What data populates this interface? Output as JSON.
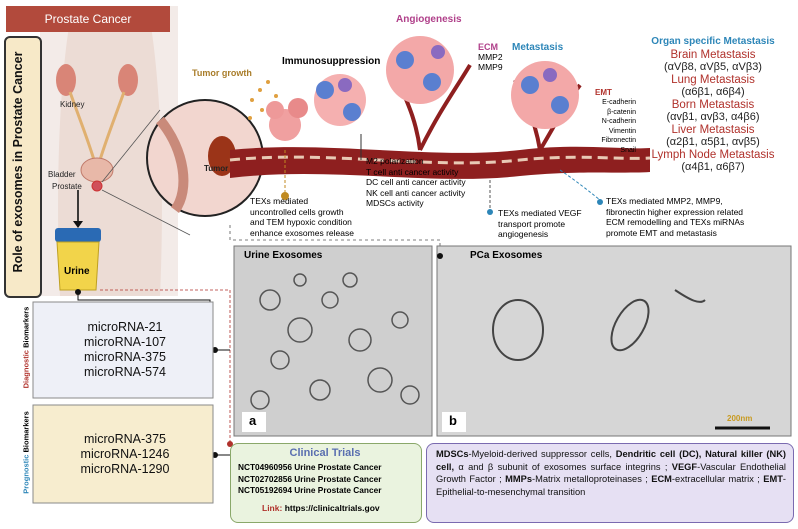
{
  "header": {
    "title": "Prostate Cancer"
  },
  "side_title": "Role of exosomes in Prostate Cancer",
  "anatomy": {
    "kidney": "Kidney",
    "bladder": "Bladder",
    "prostate": "Prostate",
    "tumor": "Tumor",
    "urine": "Urine"
  },
  "stages": {
    "tumor_growth": "Tumor growth",
    "immunosuppression": "Immunosuppression",
    "angiogenesis": "Angiogenesis",
    "ecm": "ECM",
    "mmp2": "MMP2",
    "mmp9": "MMP9",
    "metastasis": "Metastasis",
    "emt": "EMT"
  },
  "emt_markers": [
    "E-cadherin",
    "β-catenin",
    "N-cadherin",
    "Vimentin",
    "Fibronectin",
    "Snail"
  ],
  "immune_effects": [
    "M2 polarization",
    "T cell anti cancer activity",
    "DC cell anti cancer activity",
    "NK cell anti cancer activity",
    "MDSCs activity"
  ],
  "texs_notes": {
    "growth": [
      "TEXs mediated",
      "uncontrolled cells growth",
      "and TEM hypoxic condition",
      "enhance exosomes release"
    ],
    "vegf": [
      "TEXs mediated VEGF",
      "transport promote",
      "angiogenesis"
    ],
    "metastasis": [
      "TEXs mediated MMP2, MMP9,",
      "fibronectin higher expression related",
      "ECM remodelling and TEXs miRNAs",
      "promote EMT and  metastasis"
    ]
  },
  "organ_metastasis": {
    "title": "Organ specific Metastasis",
    "items": [
      {
        "name": "Brain Metastasis",
        "integrins": "(αVβ8, αVβ5, αVβ3)"
      },
      {
        "name": "Lung Metastasis",
        "integrins": "(α6β1, α6β4)"
      },
      {
        "name": "Born Metastasis",
        "integrins": "(αvβ1, αvβ3, α4β6)"
      },
      {
        "name": "Liver Metastasis",
        "integrins": "(α2β1, α5β1, αvβ5)"
      },
      {
        "name": "Lymph Node Metastasis",
        "integrins": "(α4β1, α6β7)"
      }
    ]
  },
  "images": {
    "urine_title": "Urine Exosomes",
    "pca_title": "PCa  Exosomes",
    "label_a": "a",
    "label_b": "b",
    "scale": "200nm"
  },
  "diagnostic": {
    "label_colored": "Diagnostic",
    "label_rest": " Biomarkers",
    "items": [
      "microRNA-21",
      "microRNA-107",
      "microRNA-375",
      "microRNA-574"
    ]
  },
  "prognostic": {
    "label_colored": "Prognostic",
    "label_rest": " Biomarkers",
    "items": [
      "microRNA-375",
      "microRNA-1246",
      "microRNA-1290"
    ]
  },
  "clinical_trials": {
    "title": "Clinical Trials",
    "rows": [
      "NCT04960956  Urine  Prostate Cancer",
      "NCT02702856  Urine  Prostate Cancer",
      "NCT05192694  Urine  Prostate Cancer"
    ],
    "link_label": "Link:",
    "link_url": "https://clinicaltrials.gov"
  },
  "legend": {
    "t1": "MDSCs",
    "d1": "-Myeloid-derived suppressor cells, ",
    "t2": "Dendritic cell (DC), Natural killer (NK) cell,",
    "d2": " α and β subunit of exosomes surface integrins ; ",
    "t3": "VEGF",
    "d3": "-Vascular Endothelial Growth Factor ; ",
    "t4": "MMPs",
    "d4": "-Matrix metalloproteinases ; ",
    "t5": "ECM",
    "d5": "-extracellular matrix ; ",
    "t6": "EMT",
    "d6": "-Epithelial-to-mesenchymal transition"
  },
  "colors": {
    "header": "#b24a3c",
    "vessel": "#8e1f1f",
    "organ_red": "#b0312b",
    "organ_title": "#2d86b8",
    "clinical_title": "#5a6fb0",
    "diagnostic": "#b0312b",
    "prognostic": "#2d86b8"
  }
}
